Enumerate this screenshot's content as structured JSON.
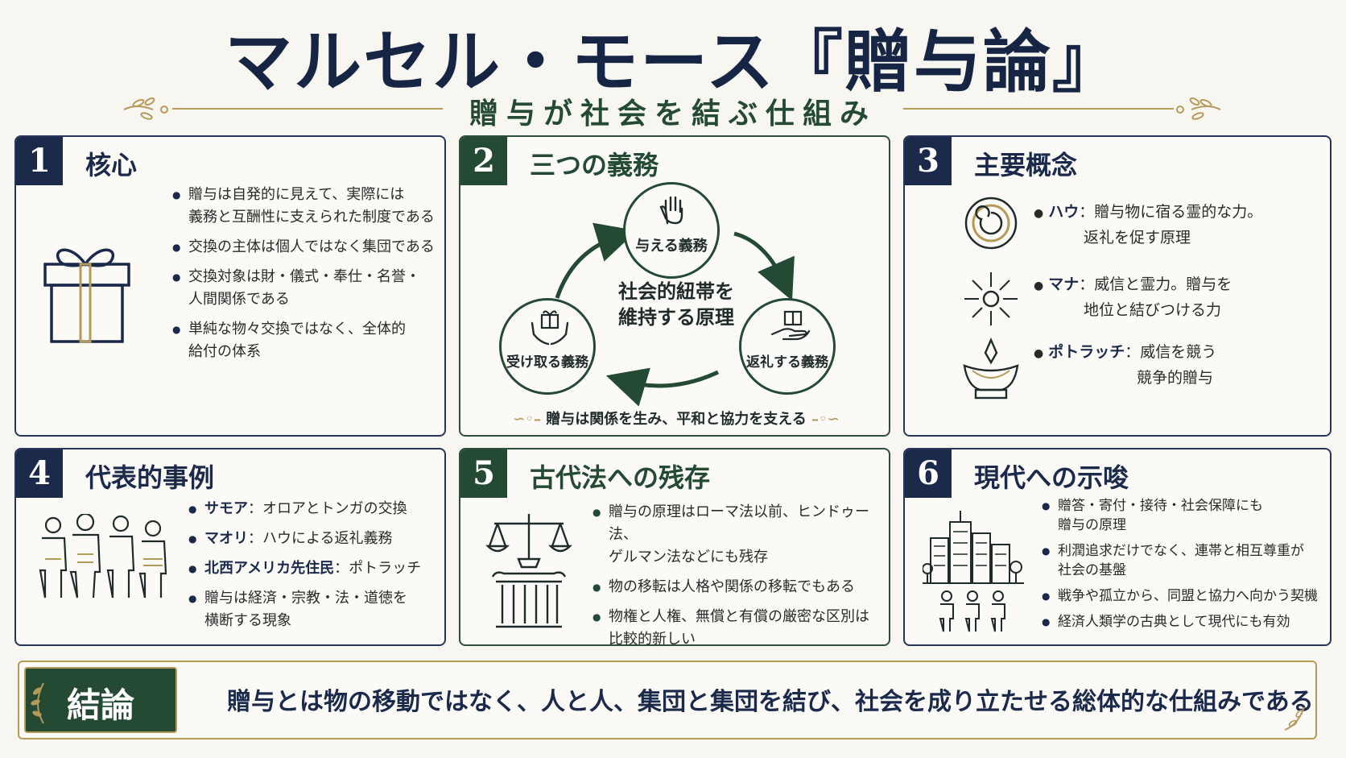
{
  "title": "マルセル・モース『贈与論』",
  "subtitle": "贈与が社会を結ぶ仕組み",
  "cards": {
    "c1": {
      "num": "1",
      "title": "核心",
      "bullets": [
        "贈与は自発的に見えて、実際には",
        "義務と互酬性に支えられた制度である",
        "交換の主体は個人ではなく集団である",
        "交換対象は財・儀式・奉仕・名誉・",
        "人間関係である",
        "単純な物々交換ではなく、全体的",
        "給付の体系"
      ]
    },
    "c2": {
      "num": "2",
      "title": "三つの義務",
      "give": "与える義務",
      "receive": "受け取る義務",
      "return": "返礼する義務",
      "center1": "社会的紐帯を",
      "center2": "維持する原理",
      "footer": "贈与は関係を生み、平和と協力を支える"
    },
    "c3": {
      "num": "3",
      "title": "主要概念",
      "hau_k": "ハウ",
      "hau_1": "：贈与物に宿る霊的な力。",
      "hau_2": "返礼を促す原理",
      "mana_k": "マナ",
      "mana_1": "：威信と霊力。贈与を",
      "mana_2": "地位と結びつける力",
      "pot_k": "ポトラッチ",
      "pot_1": "：威信を競う",
      "pot_2": "競争的贈与"
    },
    "c4": {
      "num": "4",
      "title": "代表的事例",
      "samoa_k": "サモア",
      "samoa_v": "：オロアとトンガの交換",
      "maori_k": "マオリ",
      "maori_v": "：ハウによる返礼義務",
      "nw_k": "北西アメリカ先住民",
      "nw_v": "：ポトラッチ",
      "last1": "贈与は経済・宗教・法・道徳を",
      "last2": "横断する現象"
    },
    "c5": {
      "num": "5",
      "title": "古代法への残存",
      "b1a": "贈与の原理はローマ法以前、ヒンドゥー法、",
      "b1b": "ゲルマン法などにも残存",
      "b2": "物の移転は人格や関係の移転でもある",
      "b3a": "物権と人権、無償と有償の厳密な区別は",
      "b3b": "比較的新しい"
    },
    "c6": {
      "num": "6",
      "title": "現代への示唆",
      "b1a": "贈答・寄付・接待・社会保障にも",
      "b1b": "贈与の原理",
      "b2a": "利潤追求だけでなく、連帯と相互尊重が",
      "b2b": "社会の基盤",
      "b3": "戦争や孤立から、同盟と協力へ向かう契機",
      "b4": "経済人類学の古典として現代にも有効"
    }
  },
  "conclusion": {
    "label": "結論",
    "text": "贈与とは物の移動ではなく、人と人、集団と集団を結び、社会を成り立たせる総体的な仕組みである"
  },
  "colors": {
    "navy": "#1b2a4b",
    "green": "#244a33",
    "gold": "#b69a5a",
    "bg": "#f7f6f1"
  }
}
